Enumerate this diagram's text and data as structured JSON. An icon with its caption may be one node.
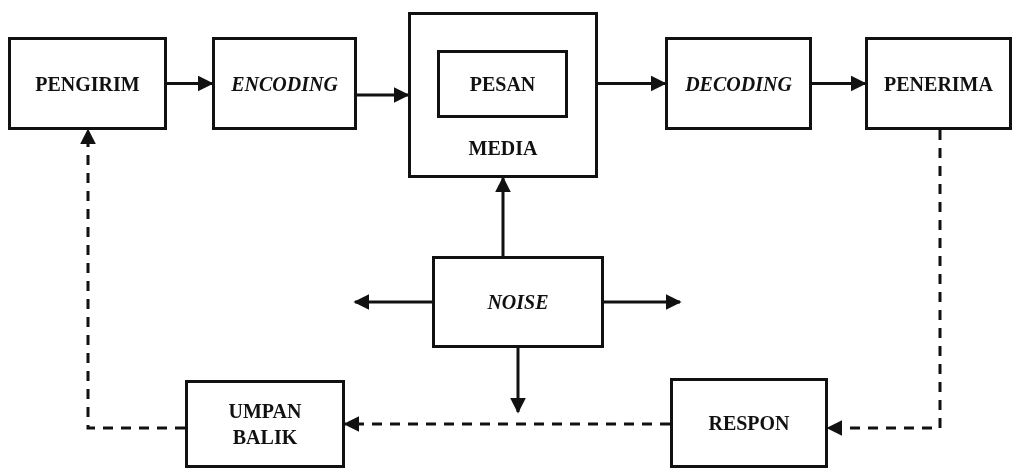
{
  "diagram": {
    "nodes": [
      {
        "text": [
          "PENGIRIM"
        ]
      },
      {
        "text": [
          "ENCODING"
        ]
      },
      {
        "text": [
          "MEDIA"
        ]
      },
      {
        "text": [
          "PESAN"
        ],
        "in": 2
      },
      {
        "text": [
          "DECODING"
        ]
      },
      {
        "text": [
          "PENERIMA"
        ]
      },
      {
        "text": [
          "NOISE"
        ]
      },
      {
        "text": [
          "UMPAN BALIK"
        ]
      },
      {
        "text": [
          "RESPON"
        ]
      }
    ],
    "edges": [
      {
        "from": 0,
        "to": 1,
        "arrow": "to"
      },
      {
        "from": 1,
        "to": 2,
        "arrow": "to"
      },
      {
        "from": 2,
        "to": 4,
        "arrow": "to"
      },
      {
        "from": 4,
        "to": 5,
        "arrow": "to"
      },
      {
        "from": 5,
        "to": 8,
        "arrow": "to",
        "style": "dashed"
      },
      {
        "from": 8,
        "to": 7,
        "arrow": "to",
        "style": "dashed"
      },
      {
        "from": 7,
        "to": 0,
        "arrow": "to",
        "style": "dashed"
      },
      {
        "from": 6,
        "to": 2,
        "arrow": "to"
      },
      {
        "from": 6,
        "to": null,
        "arrow": "to"
      },
      {
        "from": 6,
        "to": null,
        "arrow": "to"
      },
      {
        "from": 6,
        "to": null,
        "arrow": "to"
      }
    ]
  }
}
